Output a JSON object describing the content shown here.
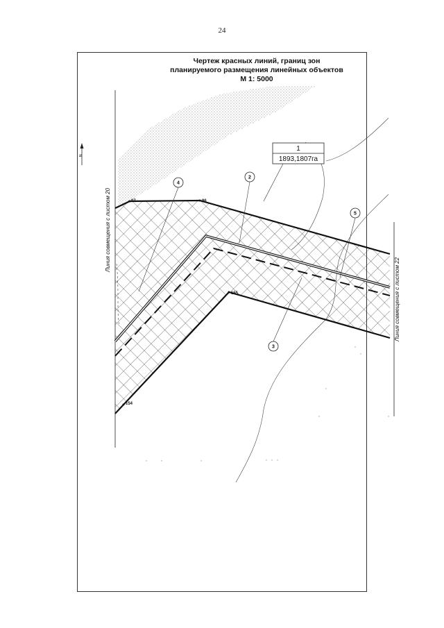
{
  "page": {
    "number": "24"
  },
  "drawing": {
    "title_line1": "Чертеж красных линий, границ зон",
    "title_line2": "планируемого размещения линейных объектов",
    "scale": "М 1: 5000",
    "north_label": "N",
    "left_match_line": "Линия совмещения с листом 20",
    "right_match_line": "Линия совмещения с листом 22"
  },
  "parcel": {
    "number": "1",
    "area": "1893,1807га"
  },
  "points": {
    "p97": "97",
    "p96": "96",
    "p155": "155",
    "p154": "154"
  },
  "callouts": {
    "c2": "2",
    "c3": "3",
    "c4": "4",
    "c5": "5"
  }
}
